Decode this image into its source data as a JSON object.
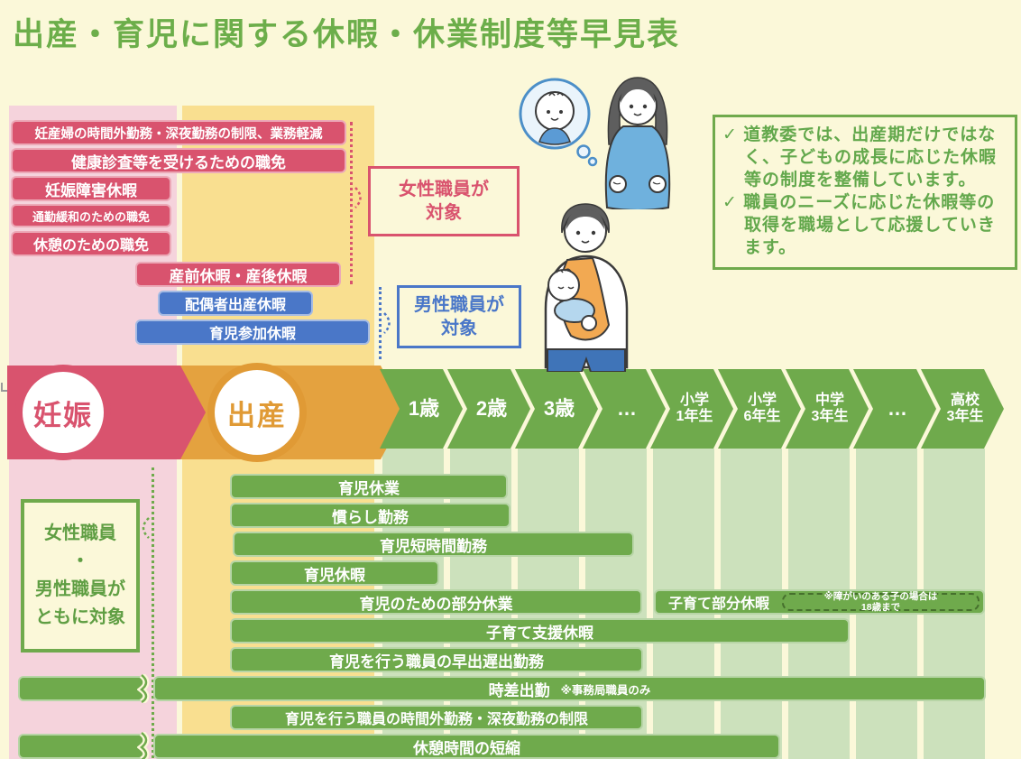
{
  "title": "出産・育児に関する休暇・休業制度等早見表",
  "info_box": {
    "check_icon": "✓",
    "lines": [
      "道教委では、出産期だけではなく、子どもの成長に応じた休暇等の制度を整備しています。",
      "職員のニーズに応じた休暇等の取得を職場として応援していきます。"
    ]
  },
  "target_labels": {
    "female": {
      "line1": "女性職員が",
      "line2": "対象"
    },
    "male": {
      "line1": "男性職員が",
      "line2": "対象"
    },
    "both": {
      "line1": "女性職員",
      "line2": "・",
      "line3": "男性職員が",
      "line4": "ともに対象"
    }
  },
  "maternity_bars": {
    "overtime_restriction": "妊産婦の時間外勤務・深夜勤務の制限、業務軽減",
    "health_checkup": "健康診査等を受けるための職免",
    "pregnancy_disorder_leave": "妊娠障害休暇",
    "commute_relief": "通勤緩和のための職免",
    "rest_exemption": "休憩のための職免",
    "pre_post_birth_leave": "産前休暇・産後休暇"
  },
  "paternity_bars": {
    "spouse_birth_leave": "配偶者出産休暇",
    "childcare_participation_leave": "育児参加休暇"
  },
  "timeline": {
    "pregnancy": "妊娠",
    "birth": "出産",
    "stages": [
      {
        "line1": "1歳"
      },
      {
        "line1": "2歳"
      },
      {
        "line1": "3歳"
      },
      {
        "line1": "…"
      },
      {
        "line1": "小学",
        "line2": "1年生"
      },
      {
        "line1": "小学",
        "line2": "6年生"
      },
      {
        "line1": "中学",
        "line2": "3年生"
      },
      {
        "line1": "…"
      },
      {
        "line1": "高校",
        "line2": "3年生"
      }
    ]
  },
  "childcare_bars": {
    "childcare_leave": "育児休業",
    "transition_work": "慣らし勤務",
    "short_time_work": "育児短時間勤務",
    "childcare_kyuka": "育児休暇",
    "partial_leave": "育児のための部分休業",
    "kosodate_partial_leave": "子育て部分休暇",
    "kosodate_note_line1": "※障がいのある子の場合は",
    "kosodate_note_line2": "18歳まで",
    "support_leave": "子育て支援休暇",
    "early_late_shift": "育児を行う職員の早出遅出勤務",
    "staggered_commute": "時差出勤",
    "staggered_note": "※事務局職員のみ",
    "overtime_night_restriction": "育児を行う職員の時間外勤務・深夜勤務の制限",
    "shorter_break": "休憩時間の短縮"
  },
  "colors": {
    "background": "#FBF8D9",
    "pink_column": "#F5D3DC",
    "yellow_column": "#F9DF90",
    "red_accent": "#D9536E",
    "orange_accent": "#E4A23F",
    "blue_accent": "#4A77C8",
    "green_accent": "#6FAA4C",
    "light_green_column": "#CCE1BC",
    "title_green": "#6CAE4A"
  }
}
